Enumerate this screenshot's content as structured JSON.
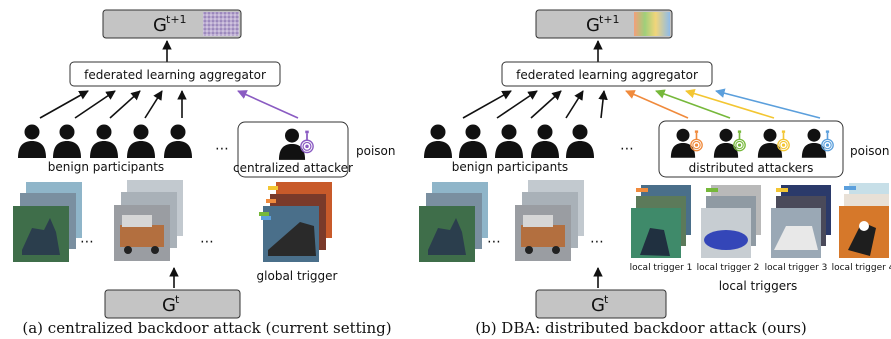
{
  "colors": {
    "model_box_fill": "#c4c4c4",
    "orange": "#f08a3c",
    "green": "#76b83a",
    "yellow": "#f3c632",
    "blue": "#5b9fdc",
    "purple": "#8a5bc2"
  },
  "left": {
    "model_top": "G",
    "model_top_sup": "t+1",
    "aggregator": "federated learning aggregator",
    "benign_label": "benign participants",
    "attacker_label": "centralized attacker",
    "poison_label": "poison",
    "dots": "⋯",
    "trigger_label": "global trigger",
    "model_bottom": "G",
    "model_bottom_sup": "t",
    "caption": "(a)  centralized backdoor attack (current setting)"
  },
  "right": {
    "model_top": "G",
    "model_top_sup": "t+1",
    "aggregator": "federated learning aggregator",
    "benign_label": "benign participants",
    "attacker_label": "distributed attackers",
    "poison_label": "poison",
    "dots": "⋯",
    "local_triggers": [
      "local trigger 1",
      "local trigger 2",
      "local trigger 3",
      "local trigger 4"
    ],
    "local_triggers_label": "local triggers",
    "model_bottom": "G",
    "model_bottom_sup": "t",
    "caption": "(b)  DBA: distributed backdoor attack (ours)"
  }
}
